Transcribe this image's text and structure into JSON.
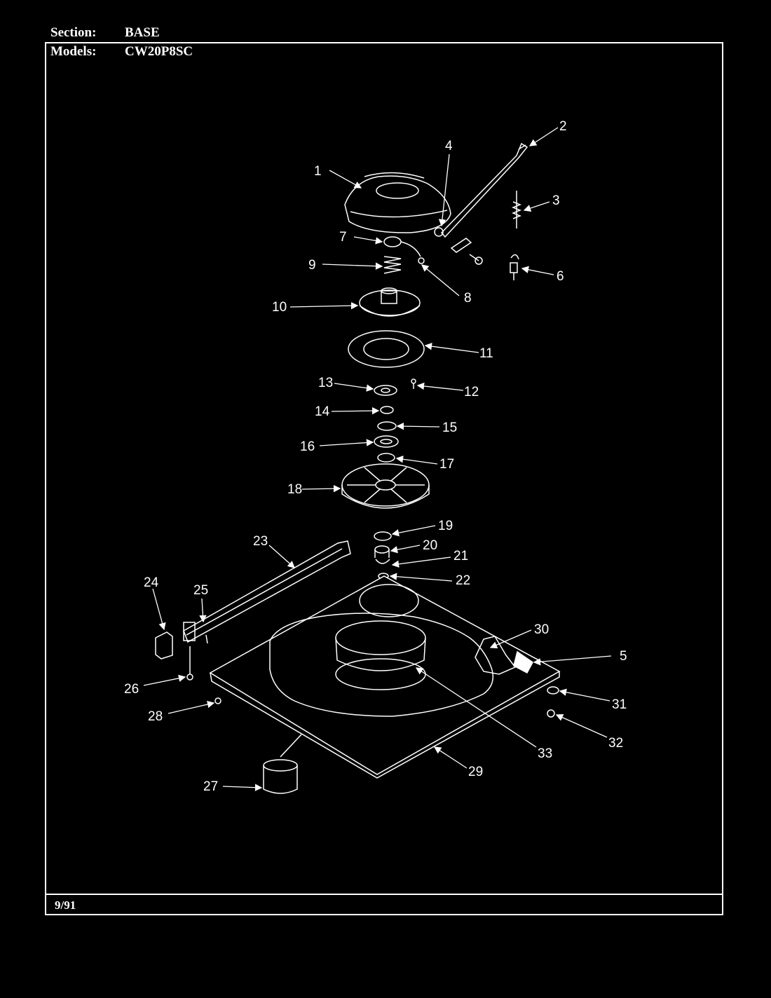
{
  "header": {
    "section_label": "Section:",
    "section_value": "BASE",
    "models_label": "Models:",
    "models_value": "CW20P8SC"
  },
  "footer": {
    "date": "9/91"
  },
  "callouts": [
    "1",
    "2",
    "3",
    "4",
    "5",
    "6",
    "7",
    "8",
    "9",
    "10",
    "11",
    "12",
    "13",
    "14",
    "15",
    "16",
    "17",
    "18",
    "19",
    "20",
    "21",
    "22",
    "23",
    "24",
    "25",
    "26",
    "27",
    "28",
    "29",
    "30",
    "31",
    "32",
    "33"
  ],
  "colors": {
    "background": "#000000",
    "foreground": "#ffffff"
  }
}
